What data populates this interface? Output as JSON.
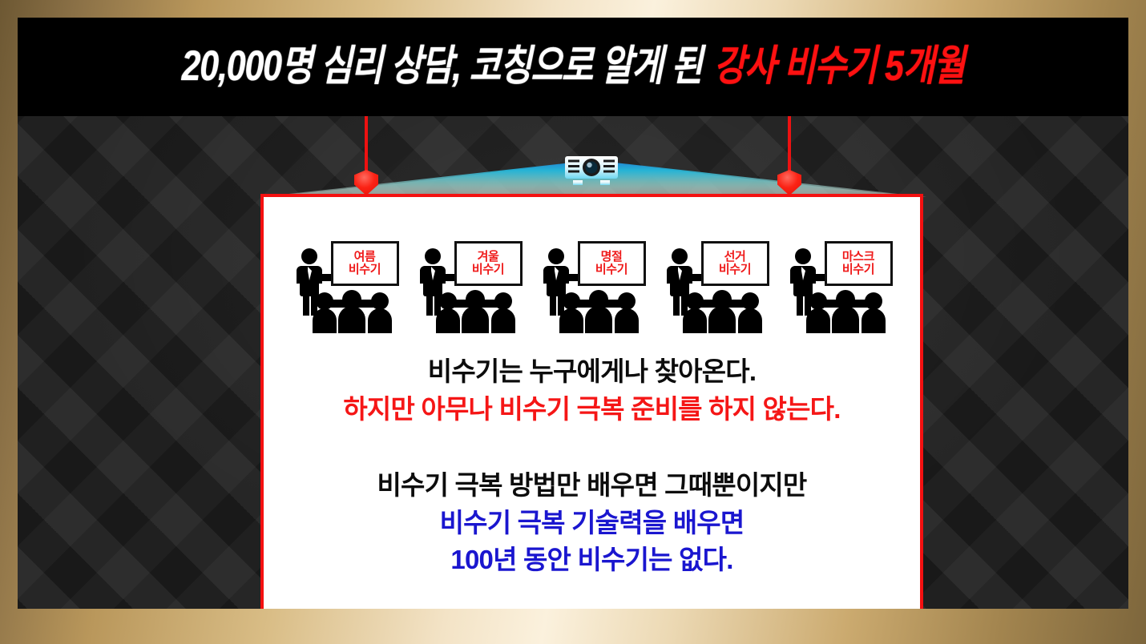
{
  "headline": {
    "white_part": "20,000명 심리 상담, 코칭으로 알게 된",
    "red_part": "강사 비수기 5개월"
  },
  "colors": {
    "frame_gold": "#b9975b",
    "stage_dark": "#262626",
    "headline_bar": "#000000",
    "accent_red": "#f41010",
    "accent_blue": "#1a16cf",
    "panel_white": "#ffffff",
    "beam_cyan": "#29c3e0"
  },
  "projector": {
    "icon": "projector-icon"
  },
  "classrooms": [
    {
      "season": "여름",
      "label": "비수기"
    },
    {
      "season": "겨울",
      "label": "비수기"
    },
    {
      "season": "명절",
      "label": "비수기"
    },
    {
      "season": "선거",
      "label": "비수기"
    },
    {
      "season": "마스크",
      "label": "비수기"
    }
  ],
  "copy": {
    "line1": "비수기는 누구에게나 찾아온다.",
    "line2": "하지만 아무나 비수기 극복 준비를 하지 않는다.",
    "line3": "비수기 극복 방법만 배우면 그때뿐이지만",
    "line4": "비수기 극복 기술력을 배우면",
    "line5": "100년 동안 비수기는 없다."
  }
}
